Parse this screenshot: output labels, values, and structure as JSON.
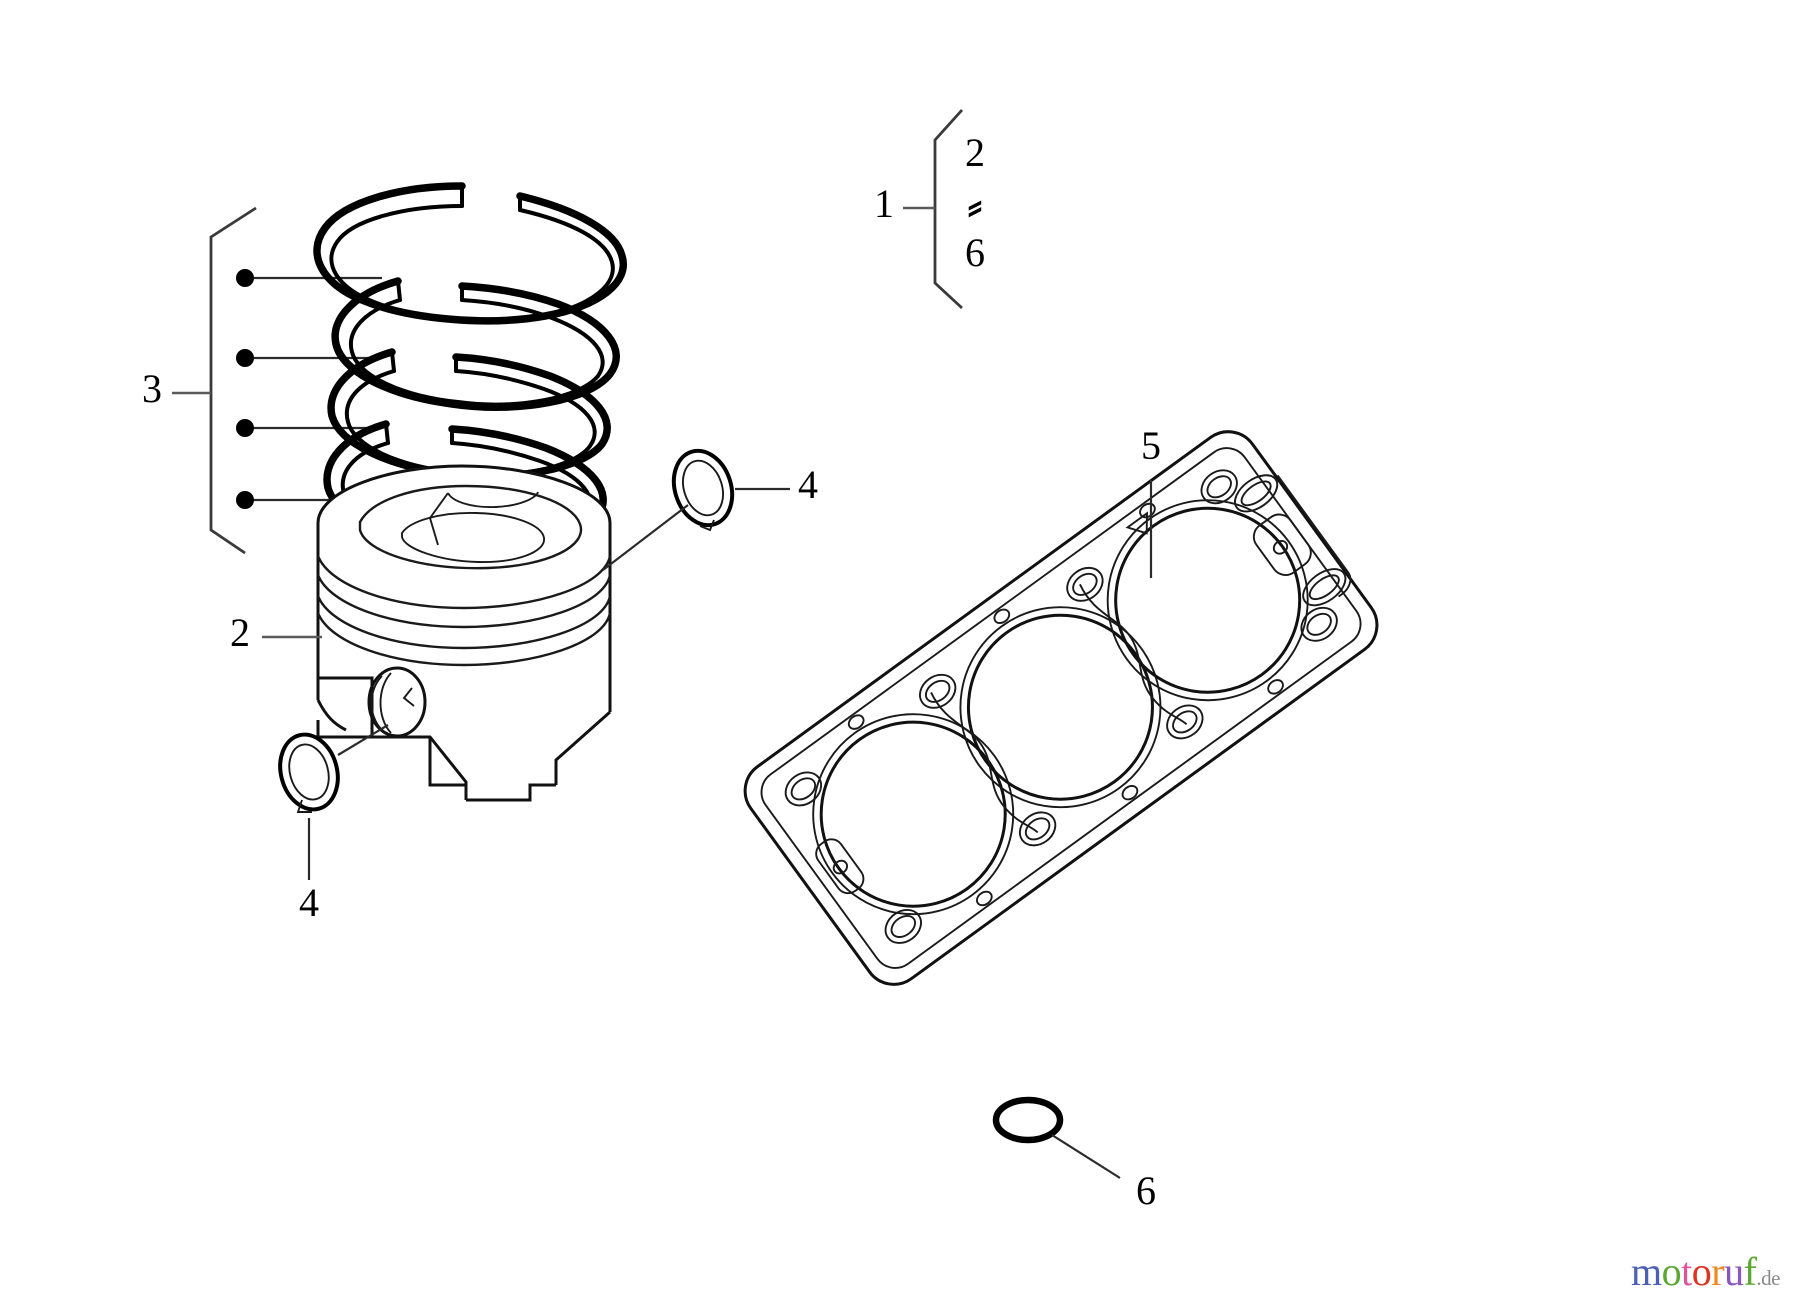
{
  "diagram": {
    "title": "Engine piston, piston rings and cylinder head gasket assembly",
    "type": "exploded parts diagram",
    "background_color": "#ffffff",
    "line_color": "#1a1a1a"
  },
  "callouts": {
    "group_1": {
      "label": "1",
      "range_from": "2",
      "range_tilde": "⸗",
      "range_to": "6",
      "description": "bracket grouping items 2 through 6"
    },
    "group_3": {
      "label": "3",
      "description": "bracket with four leader lines pointing to the four piston rings",
      "leader_count": 4
    },
    "piston": {
      "label": "2",
      "description": "piston"
    },
    "snap_ring_upper": {
      "label": "4",
      "description": "piston pin snap ring upper right"
    },
    "snap_ring_lower": {
      "label": "4",
      "description": "piston pin snap ring lower left"
    },
    "gasket": {
      "label": "5",
      "description": "cylinder head gasket, three cylinder bores"
    },
    "o_ring": {
      "label": "6",
      "description": "o-ring seal"
    }
  },
  "watermark": {
    "letters": [
      {
        "char": "m",
        "color": "#4a5fb8"
      },
      {
        "char": "o",
        "color": "#5aa832"
      },
      {
        "char": "t",
        "color": "#e0559a"
      },
      {
        "char": "o",
        "color": "#dd3322"
      },
      {
        "char": "r",
        "color": "#ef8a22"
      },
      {
        "char": "u",
        "color": "#8b55c0"
      },
      {
        "char": "f",
        "color": "#5aa832"
      }
    ],
    "suffix": ".de",
    "suffix_color": "#8a8a8a"
  }
}
